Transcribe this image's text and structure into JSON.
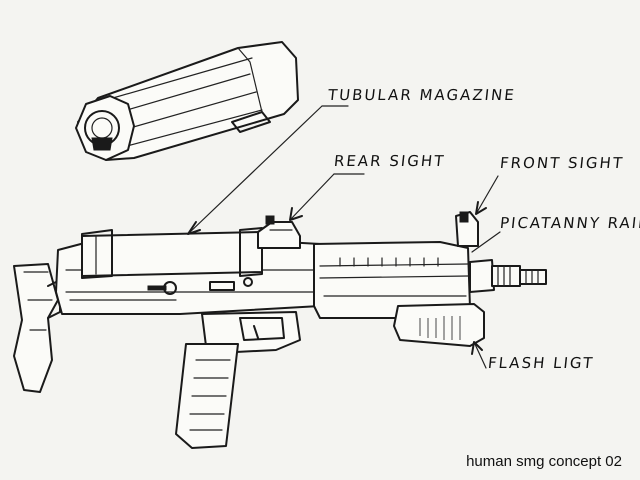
{
  "labels": {
    "tubular_magazine": "TUBULAR MAGAZINE",
    "rear_sight": "REAR SIGHT",
    "front_sight": "FRONT SIGHT",
    "picatanny_rail": "PICATANNY RAIL",
    "flash_light": "FLASH LIGT"
  },
  "caption": "human smg concept 02"
}
